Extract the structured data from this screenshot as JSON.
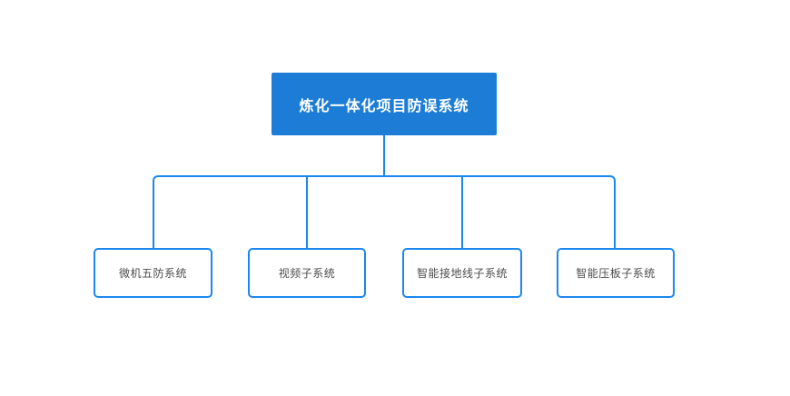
{
  "diagram": {
    "root": {
      "label": "炼化一体化项目防误系统"
    },
    "children": [
      {
        "label": "微机五防系统"
      },
      {
        "label": "视频子系统"
      },
      {
        "label": "智能接地线子系统"
      },
      {
        "label": "智能压板子系统"
      }
    ]
  },
  "colors": {
    "root-fill": "#1d7dd6",
    "line": "#1b87f0",
    "node-border": "#1b87f0",
    "node-text": "#4d4d4d",
    "root-text": "#ffffff",
    "canvas-bg": "#ffffff"
  }
}
